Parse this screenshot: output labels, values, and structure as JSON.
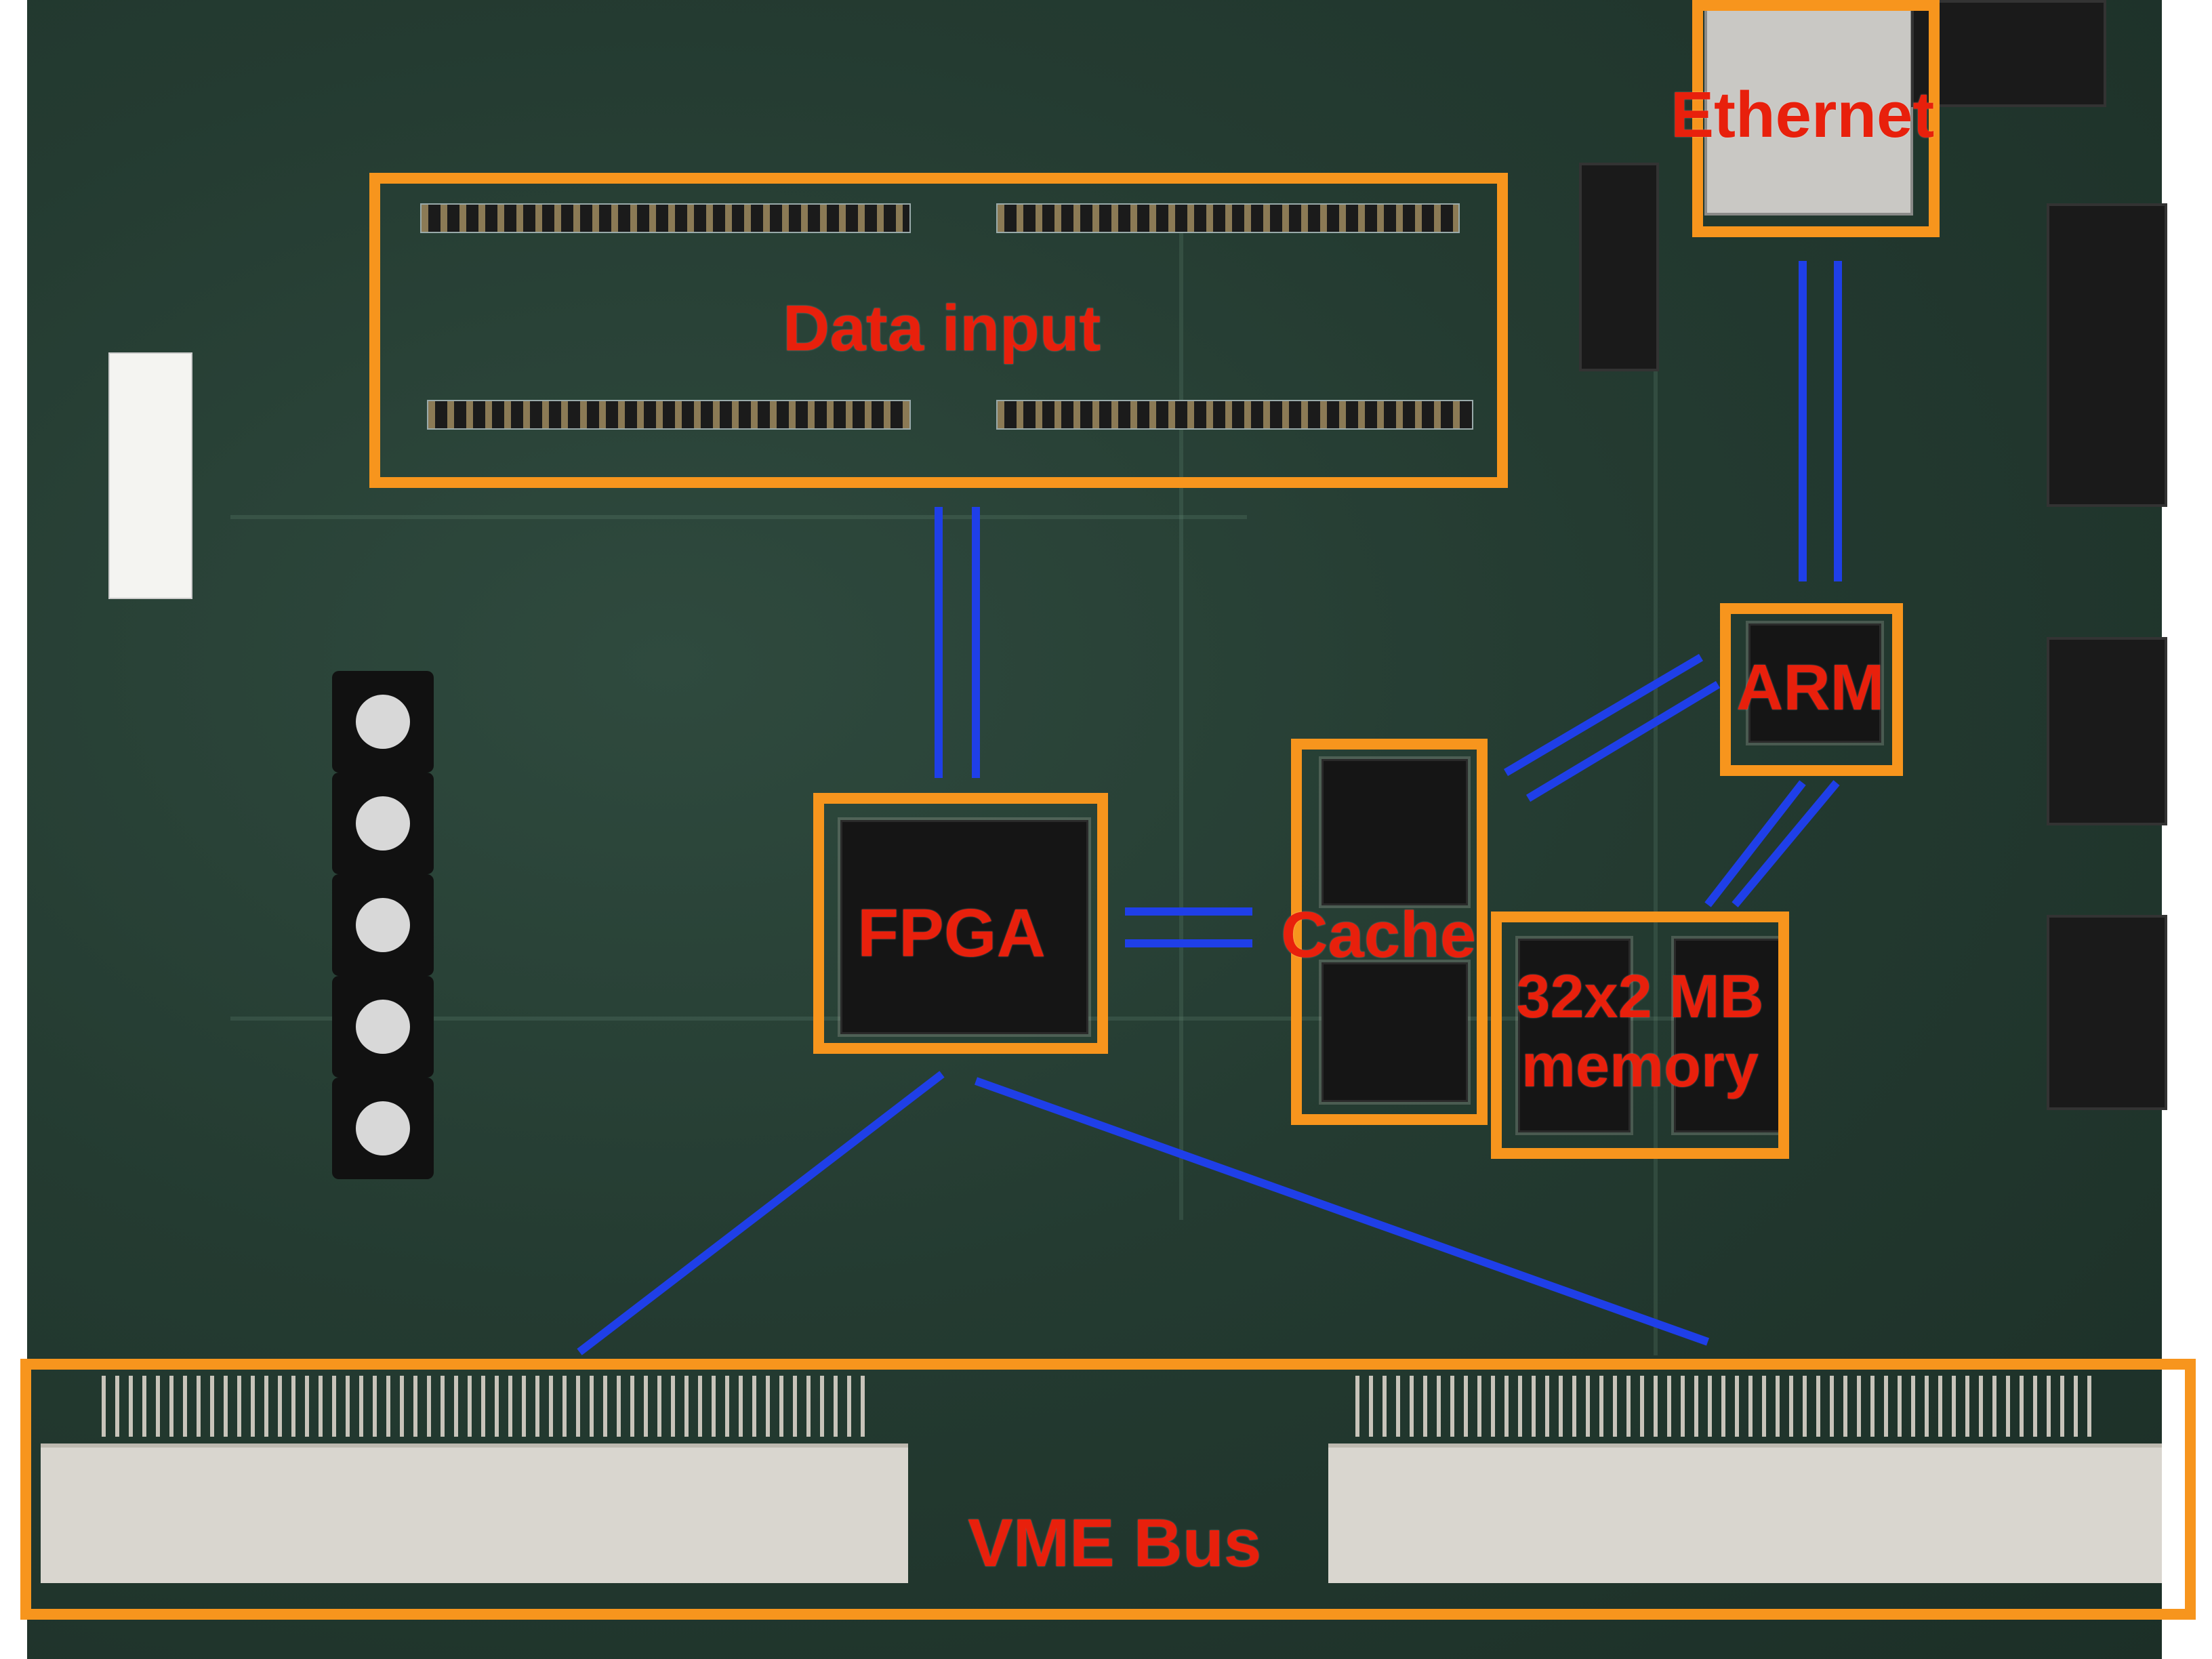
{
  "labels": {
    "data_input": "Data input",
    "ethernet": "Ethernet",
    "arm": "ARM",
    "fpga": "FPGA",
    "cache": "Cache",
    "memory": "32x2 MB memory",
    "vme_bus": "VME Bus"
  },
  "colors": {
    "annotation_box": "#f7951d",
    "annotation_text": "#e8200c",
    "link_line": "#1f3fe8",
    "pcb": "#243b31"
  }
}
